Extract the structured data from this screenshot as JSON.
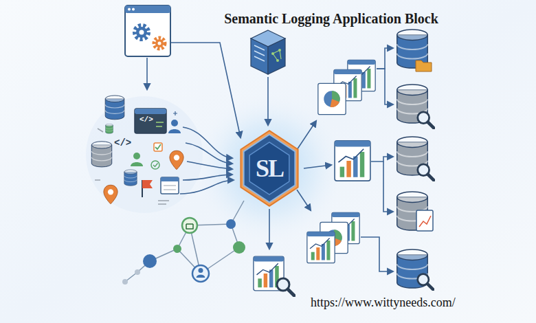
{
  "diagram": {
    "title": "Semantic Logging Application Block",
    "nodes": [
      {
        "text": [
          "SL"
        ]
      }
    ],
    "labels": [
      "</>",
      "</>",
      "https://www.wittyneeds.com/"
    ]
  }
}
